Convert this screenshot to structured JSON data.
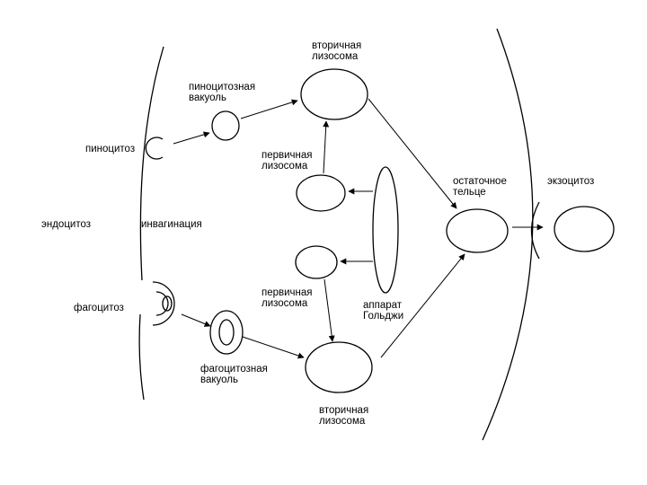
{
  "diagram": {
    "labels": {
      "secondary_top_1": "вторичная",
      "secondary_top_2": "лизосома",
      "pino_vacuole_1": "пиноцитозная",
      "pino_vacuole_2": "вакуоль",
      "pinocytosis": "пиноцитоз",
      "primary_top_1": "первичная",
      "primary_top_2": "лизосома",
      "residual_1": "остаточное",
      "residual_2": "тельце",
      "exocytosis": "экзоцитоз",
      "endocytosis": "эндоцитоз",
      "invagination": "инвагинация",
      "phagocytosis": "фагоцитоз",
      "primary_bottom_1": "первичная",
      "primary_bottom_2": "лизосома",
      "golgi_1": "аппарат",
      "golgi_2": "Гольджи",
      "phago_vacuole_1": "фагоцитозная",
      "phago_vacuole_2": "вакуоль",
      "secondary_bottom_1": "вторичная",
      "secondary_bottom_2": "лизосома"
    }
  }
}
